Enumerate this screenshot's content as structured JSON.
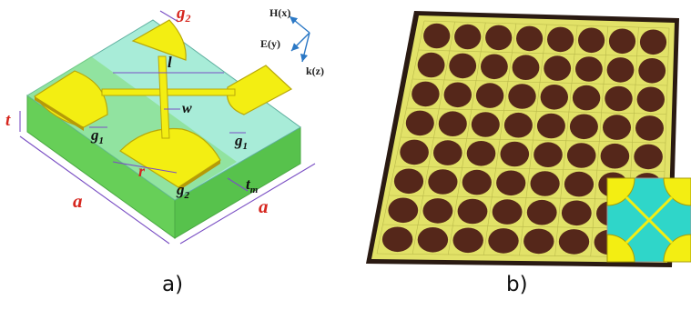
{
  "panel_a": {
    "caption": "a)",
    "labels": {
      "g2_top": "g",
      "g2_top_sub": "2",
      "l": "l",
      "w": "w",
      "t": "t",
      "g1_left": "g",
      "g1_left_sub": "1",
      "g1_right": "g",
      "g1_right_sub": "1",
      "r": "r",
      "g2_bottom": "g",
      "g2_bottom_sub": "2",
      "tm": "t",
      "tm_sub": "m",
      "a_left": "a",
      "a_right": "a"
    },
    "axes": {
      "h": "H(x)",
      "e": "E(y)",
      "k": "k(z)"
    },
    "colors": {
      "substrate_top": "#9be8cf",
      "substrate_side": "#6fd35a",
      "metal": "#f3ee12",
      "label": "#d6261e",
      "dimension": "#7a4fc4",
      "axis_arrow": "#2b78c5"
    }
  },
  "panel_b": {
    "caption": "b)",
    "grid": {
      "rows": 8,
      "cols": 8
    },
    "colors": {
      "board": "#e2e268",
      "disc": "#55271a",
      "inset_bg": "#2fd6c9",
      "inset_metal": "#f3ee12"
    }
  }
}
